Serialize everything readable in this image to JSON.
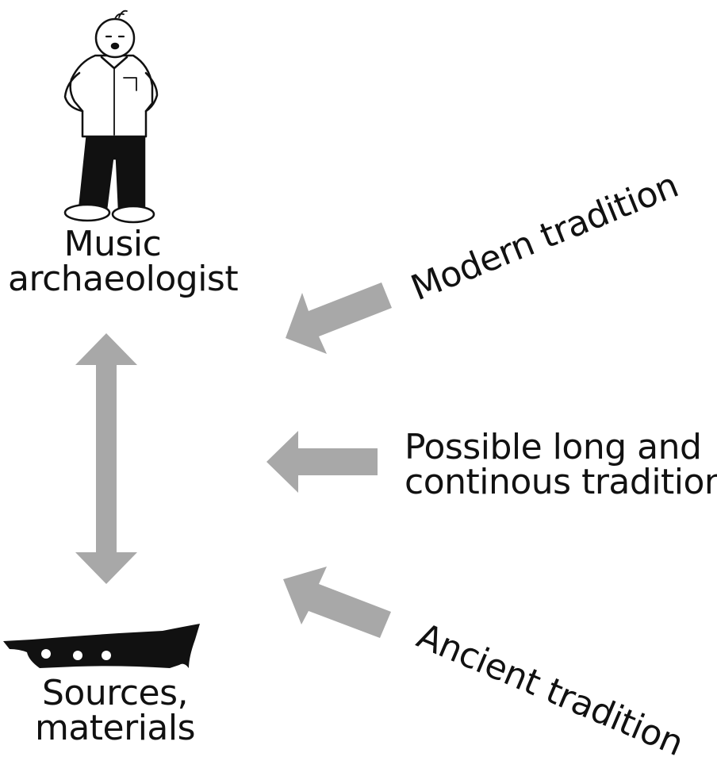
{
  "colors": {
    "arrow": "#a8a8a8",
    "ink": "#111111",
    "background": "#ffffff"
  },
  "person": {
    "icon": "person-icon",
    "label_line1": "Music",
    "label_line2": "archaeologist"
  },
  "artifact": {
    "icon": "bone-flute-icon",
    "label_line1": "Sources,",
    "label_line2": "materials"
  },
  "traditions": {
    "modern": "Modern tradition",
    "continuous_line1": "Possible long and",
    "continuous_line2": "continous tradition",
    "ancient": "Ancient tradition"
  },
  "arrows": {
    "vertical": "double-headed-arrow-icon",
    "modern": "arrow-icon",
    "continuous": "arrow-icon",
    "ancient": "arrow-icon"
  }
}
